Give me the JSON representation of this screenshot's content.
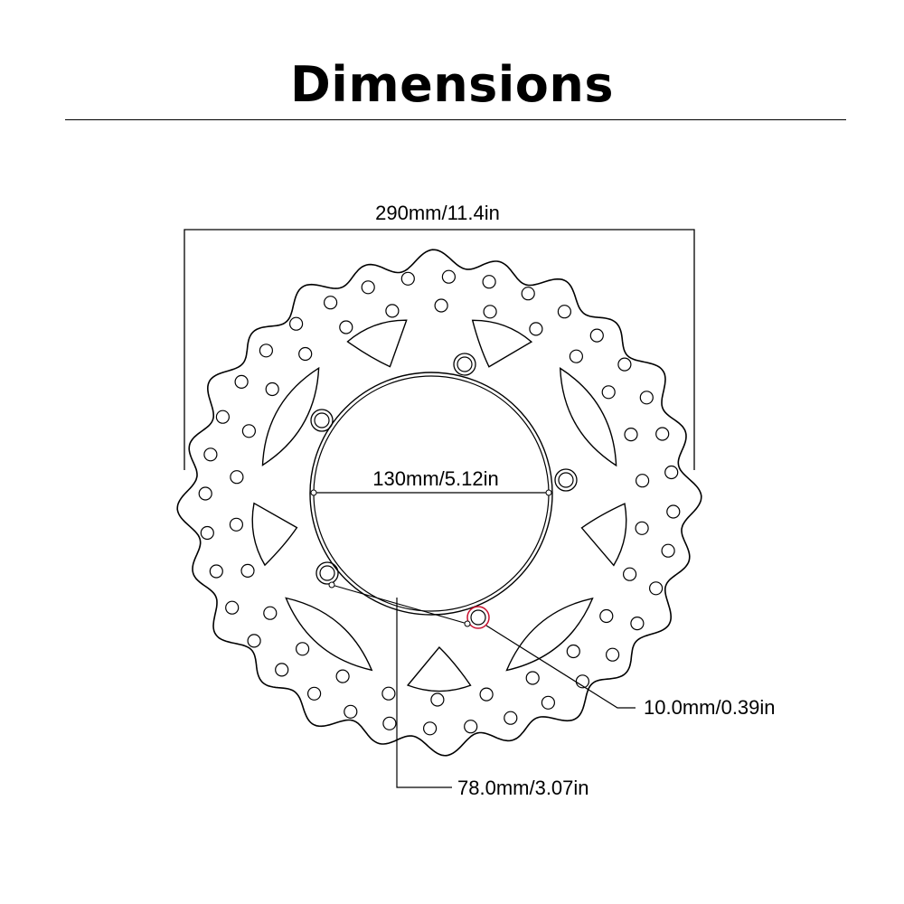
{
  "title": "Dimensions",
  "labels": {
    "outer_diameter": "290mm/11.4in",
    "inner_diameter": "130mm/5.12in",
    "bolt_hole": "10.0mm/0.39in",
    "offset": "78.0mm/3.07in"
  },
  "colors": {
    "line": "#000000",
    "highlight": "#c8102e"
  }
}
